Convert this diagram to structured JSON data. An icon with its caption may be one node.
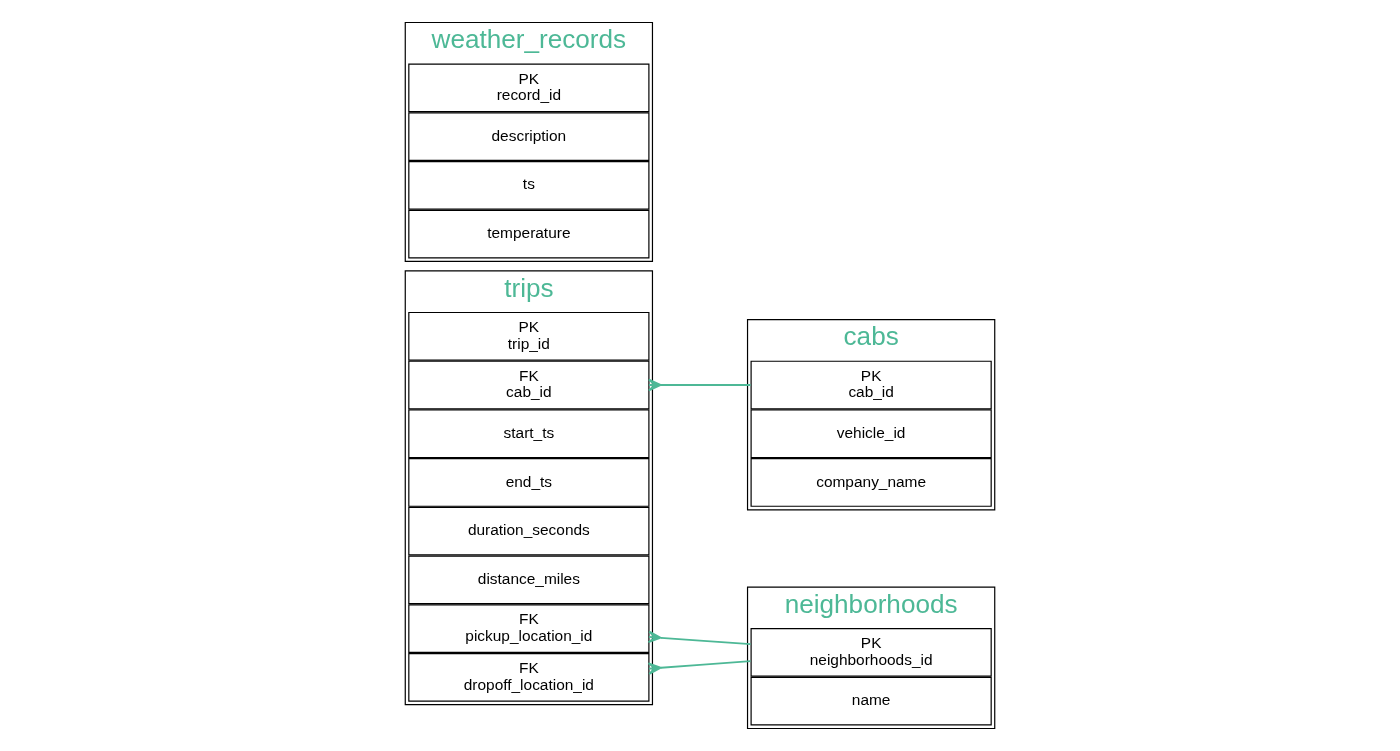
{
  "diagram": {
    "nodes": [
      {
        "text": [
          "trips"
        ]
      },
      {
        "text": [
          "PK",
          "trip_id"
        ],
        "in": 0
      },
      {
        "text": [
          "FK",
          "cab_id"
        ],
        "in": 0
      },
      {
        "text": [
          "start_ts"
        ],
        "in": 0
      },
      {
        "text": [
          "end_ts"
        ],
        "in": 0
      },
      {
        "text": [
          "duration_seconds"
        ],
        "in": 0
      },
      {
        "text": [
          "distance_miles"
        ],
        "in": 0
      },
      {
        "text": [
          "FK",
          "pickup_location_id"
        ],
        "in": 0
      },
      {
        "text": [
          "FK",
          "dropoff_location_id"
        ],
        "in": 0
      },
      {
        "text": [
          "cabs"
        ]
      },
      {
        "text": [
          "PK",
          "cab_id"
        ],
        "in": 9
      },
      {
        "text": [
          "vehicle_id"
        ],
        "in": 9
      },
      {
        "text": [
          "company_name"
        ],
        "in": 9
      },
      {
        "text": [
          "neighborhoods"
        ]
      },
      {
        "text": [
          "PK",
          "neighborhoods_id"
        ],
        "in": 13
      },
      {
        "text": [
          "name"
        ],
        "in": 13
      },
      {
        "text": [
          "weather_records"
        ]
      },
      {
        "text": [
          "PK",
          "record_id"
        ],
        "in": 16
      },
      {
        "text": [
          "description"
        ],
        "in": 16
      },
      {
        "text": [
          "ts"
        ],
        "in": 16
      },
      {
        "text": [
          "temperature"
        ],
        "in": 16
      }
    ],
    "edges": [
      {
        "from": 2,
        "to": 10,
        "arrow": "other"
      },
      {
        "from": 7,
        "to": 14,
        "arrow": "other"
      },
      {
        "from": 8,
        "to": 14,
        "arrow": "other"
      }
    ]
  }
}
